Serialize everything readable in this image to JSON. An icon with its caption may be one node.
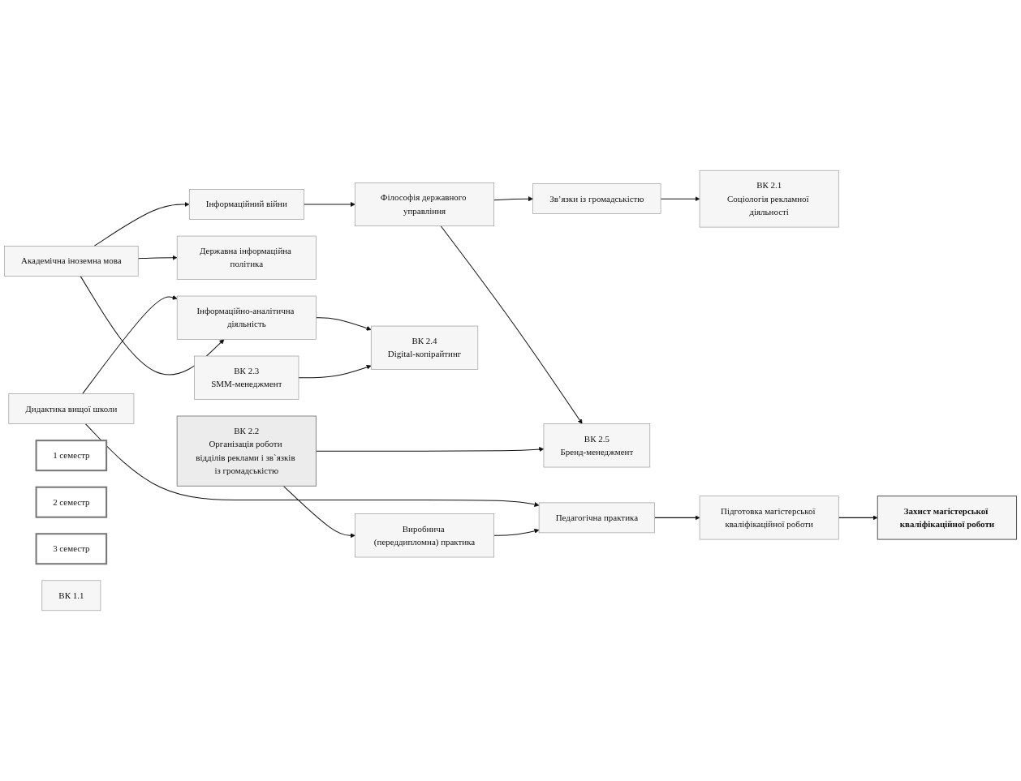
{
  "diagram": {
    "nodes": [
      {
        "text": [
          "1 семестр"
        ]
      },
      {
        "text": [
          "2 семестр"
        ]
      },
      {
        "text": [
          "3 семестр"
        ]
      },
      {
        "text": [
          "Дидактика вищої школи"
        ]
      },
      {
        "text": [
          "Академічна іноземна мова"
        ]
      },
      {
        "text": [
          "Інформаційний війни"
        ]
      },
      {
        "text": [
          "Філософія державного управління"
        ]
      },
      {
        "text": [
          "Зв’язки із громадськістю"
        ]
      },
      {
        "text": [
          "ВК 2.1",
          "Соціологія рекламної діяльності"
        ]
      },
      {
        "text": [
          "Державна інформаційна політика"
        ]
      },
      {
        "text": [
          "Інформаційно-аналітична діяльність"
        ]
      },
      {
        "text": [
          "ВК 1.1"
        ]
      },
      {
        "text": [
          "ВК 2.2",
          "Організація роботи відділів реклами і зв`язків із громадськістю"
        ]
      },
      {
        "text": [
          "ВК 2.4",
          "Digital-копірайтинг"
        ]
      },
      {
        "text": [
          "Виробнича (переддипломна) практика"
        ]
      },
      {
        "text": [
          "ВК 2.3",
          "SMM-менеджмент"
        ]
      },
      {
        "text": [
          "ВК 2.5",
          "Бренд-менеджмент"
        ]
      },
      {
        "text": [
          "Педагогічна практика"
        ]
      },
      {
        "text": [
          "Підготовка магістерської кваліфікаційної роботи"
        ]
      },
      {
        "text": [
          "Захист магістерської кваліфікаційної роботи"
        ]
      }
    ],
    "edges": [
      {
        "from": 3,
        "to": 10,
        "arrow": "to"
      },
      {
        "from": 3,
        "to": 17,
        "arrow": "to"
      },
      {
        "from": 4,
        "to": 9,
        "arrow": "to"
      },
      {
        "from": 4,
        "to": 10,
        "arrow": "to"
      },
      {
        "from": 4,
        "to": 5,
        "arrow": "to"
      },
      {
        "from": 5,
        "to": 6,
        "arrow": "to"
      },
      {
        "from": 6,
        "to": 7,
        "arrow": "to"
      },
      {
        "from": 6,
        "to": 16,
        "arrow": "to"
      },
      {
        "from": 7,
        "to": 8,
        "arrow": "to"
      },
      {
        "from": 10,
        "to": 13,
        "arrow": "to"
      },
      {
        "from": 12,
        "to": 16,
        "arrow": "to"
      },
      {
        "from": 12,
        "to": 14,
        "arrow": "to"
      },
      {
        "from": 15,
        "to": 13,
        "arrow": "to"
      },
      {
        "from": 14,
        "to": 17,
        "arrow": "to"
      },
      {
        "from": 17,
        "to": 18,
        "arrow": "to"
      },
      {
        "from": 18,
        "to": 19,
        "arrow": "to"
      }
    ]
  }
}
